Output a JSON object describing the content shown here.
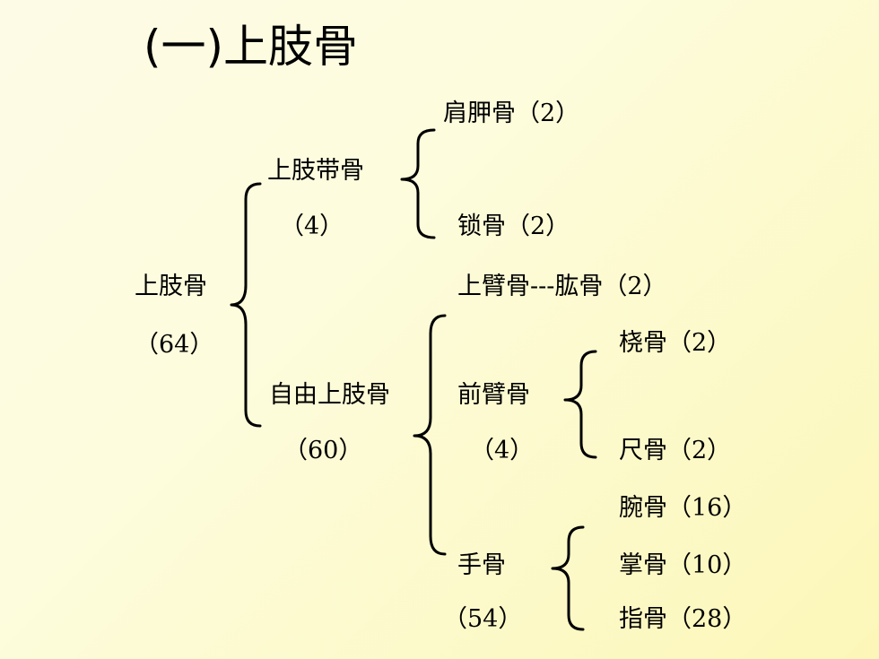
{
  "title": "(一)上肢骨",
  "nodes": {
    "root_name": "上肢骨",
    "root_count": "（64）",
    "girdle_name": "上肢带骨",
    "girdle_count": "（4）",
    "scapula": "肩胛骨（2）",
    "clavicle": "锁骨（2）",
    "free_name": "自由上肢骨",
    "free_count": "（60）",
    "humerus": "上臂骨---肱骨（2）",
    "forearm_name": "前臂骨",
    "forearm_count": "（4）",
    "radius": "桡骨（2）",
    "ulna": "尺骨（2）",
    "hand_name": "手骨",
    "hand_count": "（54）",
    "carpal": "腕骨（16）",
    "metacarpal": "掌骨（10）",
    "phalanges": "指骨（28）"
  }
}
